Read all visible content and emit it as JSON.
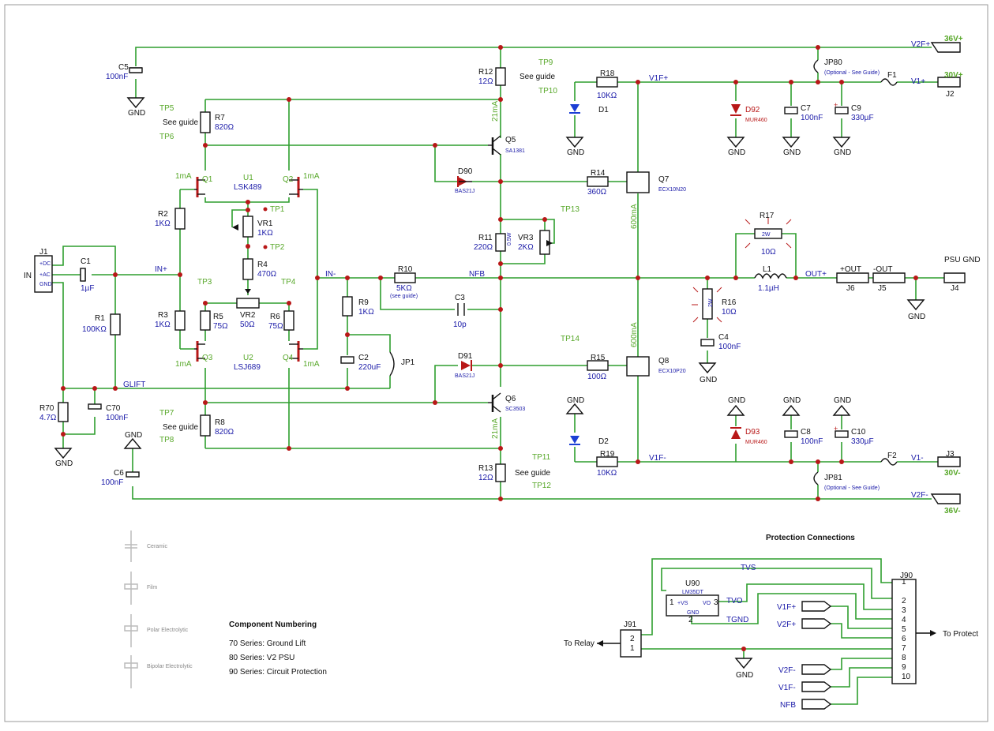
{
  "ports": {
    "in": "IN",
    "v2f_plus": "V2F+",
    "v2f_plus_volt": "36V+",
    "v1_plus": "V1+",
    "v1_plus_volt": "30V+",
    "v2f_minus": "V2F-",
    "v2f_minus_volt": "36V-",
    "v1_minus": "V1-",
    "v1_minus_volt": "30V-",
    "out_plus": "+OUT",
    "out_minus": "-OUT",
    "psu_gnd": "PSU GND",
    "to_relay": "To Relay",
    "to_protect": "To Protect"
  },
  "nets": {
    "in_plus": "IN+",
    "in_minus": "IN-",
    "nfb": "NFB",
    "glift": "GLIFT",
    "out_plus": "OUT+",
    "v1f_plus": "V1F+",
    "v1f_minus": "V1F-",
    "tvs": "TVS",
    "tvo": "TVO",
    "tgnd": "TGND",
    "gnd": "GND"
  },
  "components": {
    "J1": {
      "ref": "J1",
      "pins": [
        "+DC",
        "+AC",
        "GND"
      ]
    },
    "C1": {
      "ref": "C1",
      "value": "1µF"
    },
    "R1": {
      "ref": "R1",
      "value": "100KΩ"
    },
    "R70": {
      "ref": "R70",
      "value": "4.7Ω"
    },
    "C70": {
      "ref": "C70",
      "value": "100nF"
    },
    "C5": {
      "ref": "C5",
      "value": "100nF"
    },
    "C6": {
      "ref": "C6",
      "value": "100nF"
    },
    "R2": {
      "ref": "R2",
      "value": "1KΩ"
    },
    "R3": {
      "ref": "R3",
      "value": "1KΩ"
    },
    "R5": {
      "ref": "R5",
      "value": "75Ω"
    },
    "R6": {
      "ref": "R6",
      "value": "75Ω"
    },
    "R7": {
      "ref": "R7",
      "value": "820Ω"
    },
    "R8": {
      "ref": "R8",
      "value": "820Ω"
    },
    "U1": {
      "ref": "U1",
      "value": "LSK489"
    },
    "U2": {
      "ref": "U2",
      "value": "LSJ689"
    },
    "Q1": "Q1",
    "Q2": "Q2",
    "Q3": "Q3",
    "Q4": "Q4",
    "VR1": {
      "ref": "VR1",
      "value": "1KΩ"
    },
    "R4": {
      "ref": "R4",
      "value": "470Ω"
    },
    "VR2": {
      "ref": "VR2",
      "value": "50Ω"
    },
    "R9": {
      "ref": "R9",
      "value": "1KΩ"
    },
    "C2": {
      "ref": "C2",
      "value": "220uF"
    },
    "JP1": "JP1",
    "R10": {
      "ref": "R10",
      "value": "5KΩ",
      "note": "(see guide)"
    },
    "C3": {
      "ref": "C3",
      "value": "10p"
    },
    "R12": {
      "ref": "R12",
      "value": "12Ω"
    },
    "R13": {
      "ref": "R13",
      "value": "12Ω"
    },
    "Q5": {
      "ref": "Q5",
      "value": "SA1381"
    },
    "Q6": {
      "ref": "Q6",
      "value": "SC3503"
    },
    "D90": {
      "ref": "D90",
      "value": "BAS21J"
    },
    "D91": {
      "ref": "D91",
      "value": "BAS21J"
    },
    "R11": {
      "ref": "R11",
      "value": "220Ω",
      "power": "0.5W"
    },
    "VR3": {
      "ref": "VR3",
      "value": "2KΩ"
    },
    "R14": {
      "ref": "R14",
      "value": "360Ω"
    },
    "R15": {
      "ref": "R15",
      "value": "100Ω"
    },
    "Q7": {
      "ref": "Q7",
      "value": "ECX10N20"
    },
    "Q8": {
      "ref": "Q8",
      "value": "ECX10P20"
    },
    "R18": {
      "ref": "R18",
      "value": "10KΩ"
    },
    "R19": {
      "ref": "R19",
      "value": "10KΩ"
    },
    "D1": "D1",
    "D2": "D2",
    "D92": {
      "ref": "D92",
      "value": "MUR460"
    },
    "D93": {
      "ref": "D93",
      "value": "MUR460"
    },
    "C7": {
      "ref": "C7",
      "value": "100nF"
    },
    "C8": {
      "ref": "C8",
      "value": "100nF"
    },
    "C9": {
      "ref": "C9",
      "value": "330µF"
    },
    "C10": {
      "ref": "C10",
      "value": "330µF"
    },
    "JP80": {
      "ref": "JP80",
      "note": "(Optional - See Guide)"
    },
    "JP81": {
      "ref": "JP81",
      "note": "(Optional - See Guide)"
    },
    "F1": "F1",
    "F2": "F2",
    "J2": "J2",
    "J3": "J3",
    "J4": "J4",
    "J5": "J5",
    "J6": "J6",
    "R17": {
      "ref": "R17",
      "value": "10Ω",
      "power": "2W"
    },
    "R16": {
      "ref": "R16",
      "value": "10Ω",
      "power": "2W"
    },
    "L1": {
      "ref": "L1",
      "value": "1.1µH"
    },
    "C4": {
      "ref": "C4",
      "value": "100nF"
    },
    "U90": {
      "ref": "U90",
      "value": "LM35DT",
      "pins": [
        "+VS",
        "VO",
        "GND"
      ]
    },
    "J90": "J90",
    "J91": "J91"
  },
  "testpoints": [
    "TP1",
    "TP2",
    "TP3",
    "TP4",
    "TP5",
    "TP6",
    "TP7",
    "TP8",
    "TP9",
    "TP10",
    "TP11",
    "TP12",
    "TP13",
    "TP14"
  ],
  "annotations": {
    "see_guide": "See guide",
    "ma1": "1mA",
    "ma21": "21mA",
    "ma600": "600mA",
    "ohm_sym_r17": "2W"
  },
  "legend": {
    "items": [
      "Ceramic",
      "Film",
      "Polar Electrolytic",
      "Bipolar Electrolytic"
    ]
  },
  "numbering": {
    "title": "Component Numbering",
    "lines": [
      "70 Series: Ground Lift",
      "80 Series: V2 PSU",
      "90 Series:  Circuit Protection"
    ]
  },
  "protection": {
    "title": "Protection Connections",
    "j90_pins": [
      "1",
      "2",
      "3",
      "4",
      "5",
      "6",
      "7",
      "8",
      "9",
      "10"
    ],
    "j91_pins": [
      "2",
      "1"
    ],
    "u90_pin_nums": [
      "1",
      "3",
      "2"
    ],
    "inputs": [
      "V1F+",
      "V2F+",
      "V2F-",
      "V1F-",
      "NFB"
    ]
  }
}
